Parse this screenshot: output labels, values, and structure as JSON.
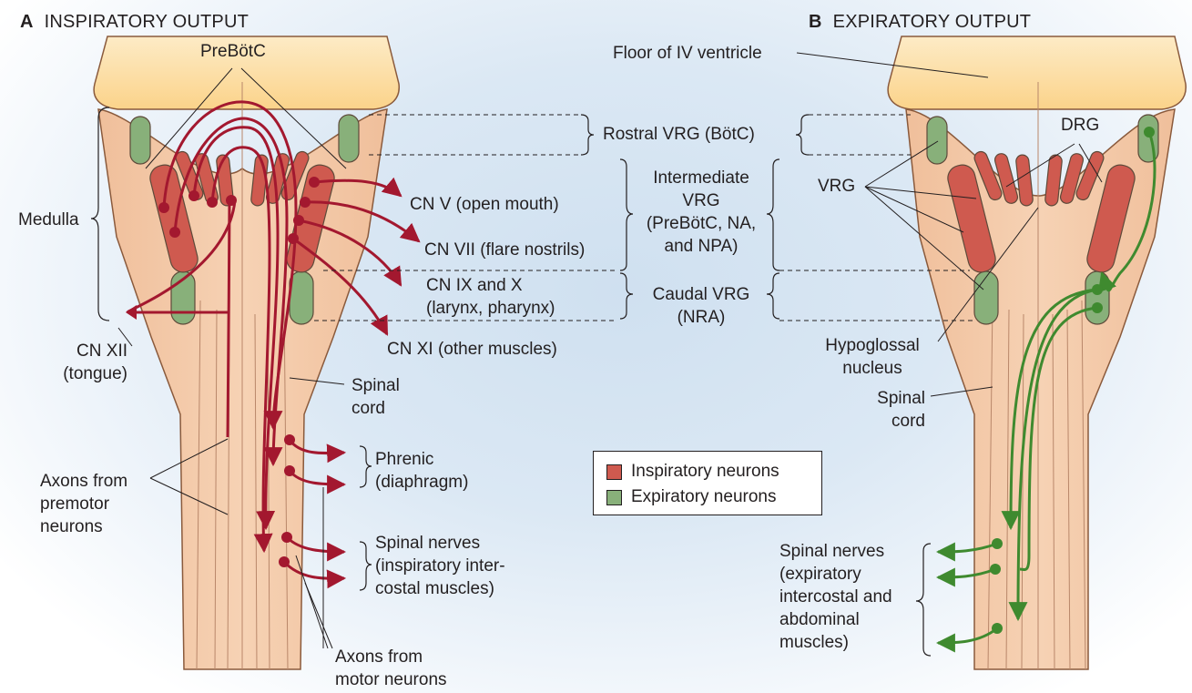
{
  "panel_a": {
    "letter": "A",
    "title": "INSPIRATORY OUTPUT"
  },
  "panel_b": {
    "letter": "B",
    "title": "EXPIRATORY OUTPUT"
  },
  "labels": {
    "prebotc": "PreBötC",
    "medulla": "Medulla",
    "cn_xii": [
      "CN XII",
      "(tongue)"
    ],
    "spinal_cord_a": [
      "Spinal",
      "cord"
    ],
    "axons_premotor": [
      "Axons from",
      "premotor",
      "neurons"
    ],
    "axons_motor": [
      "Axons from",
      "motor neurons"
    ],
    "cn_v": "CN V (open mouth)",
    "cn_vii": "CN VII (flare nostrils)",
    "cn_ix_x": [
      "CN IX and X",
      "(larynx, pharynx)"
    ],
    "cn_xi": "CN XI (other muscles)",
    "phrenic": [
      "Phrenic",
      "(diaphragm)"
    ],
    "spinal_nerves_a": [
      "Spinal nerves",
      "(inspiratory inter-",
      "costal muscles)"
    ],
    "rostral_vrg": "Rostral VRG (BötC)",
    "intermediate_vrg": [
      "Intermediate",
      "VRG",
      "(PreBötC, NA,",
      "and NPA)"
    ],
    "caudal_vrg": [
      "Caudal VRG",
      "(NRA)"
    ],
    "floor_iv": "Floor of IV ventricle",
    "drg": "DRG",
    "vrg": "VRG",
    "hypoglossal": [
      "Hypoglossal",
      "nucleus"
    ],
    "spinal_cord_b": [
      "Spinal",
      "cord"
    ],
    "spinal_nerves_b": [
      "Spinal nerves",
      "(expiratory",
      "intercostal and",
      "abdominal",
      "muscles)"
    ]
  },
  "legend": {
    "items": [
      {
        "label": "Inspiratory neurons",
        "color": "#cf5a4f"
      },
      {
        "label": "Expiratory neurons",
        "color": "#88b07a"
      }
    ]
  },
  "colors": {
    "inspiratory_axon": "#a3182f",
    "expiratory_axon": "#3f8a2f",
    "tissue": "#f1c3a0",
    "ventricle_floor": "#fde3b0"
  }
}
